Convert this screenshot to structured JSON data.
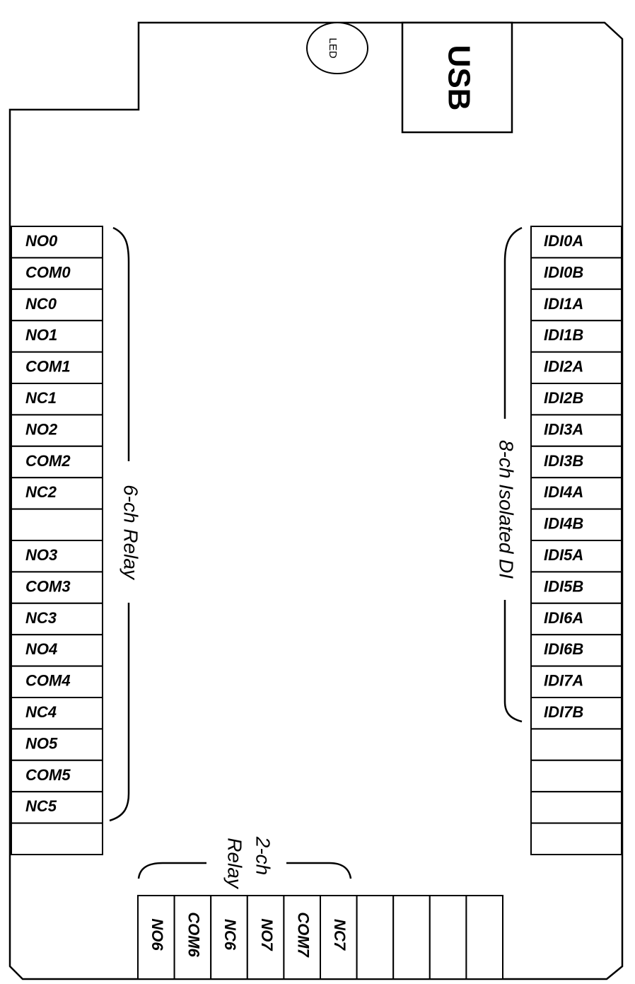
{
  "board": {
    "usb_label": "USB",
    "led_label": "LED"
  },
  "left_terminals": [
    "NO0",
    "COM0",
    "NC0",
    "NO1",
    "COM1",
    "NC1",
    "NO2",
    "COM2",
    "NC2",
    "",
    "NO3",
    "COM3",
    "NC3",
    "NO4",
    "COM4",
    "NC4",
    "NO5",
    "COM5",
    "NC5",
    ""
  ],
  "right_terminals": [
    "IDI0A",
    "IDI0B",
    "IDI1A",
    "IDI1B",
    "IDI2A",
    "IDI2B",
    "IDI3A",
    "IDI3B",
    "IDI4A",
    "IDI4B",
    "IDI5A",
    "IDI5B",
    "IDI6A",
    "IDI6B",
    "IDI7A",
    "IDI7B",
    "",
    "",
    "",
    ""
  ],
  "bottom_terminals": [
    "NO6",
    "COM6",
    "NC6",
    "NO7",
    "COM7",
    "NC7",
    "",
    "",
    "",
    ""
  ],
  "groups": {
    "relay6": "6-ch Relay",
    "isolated_di": "8-ch Isolated DI",
    "relay2_line1": "2-ch",
    "relay2_line2": "Relay"
  }
}
